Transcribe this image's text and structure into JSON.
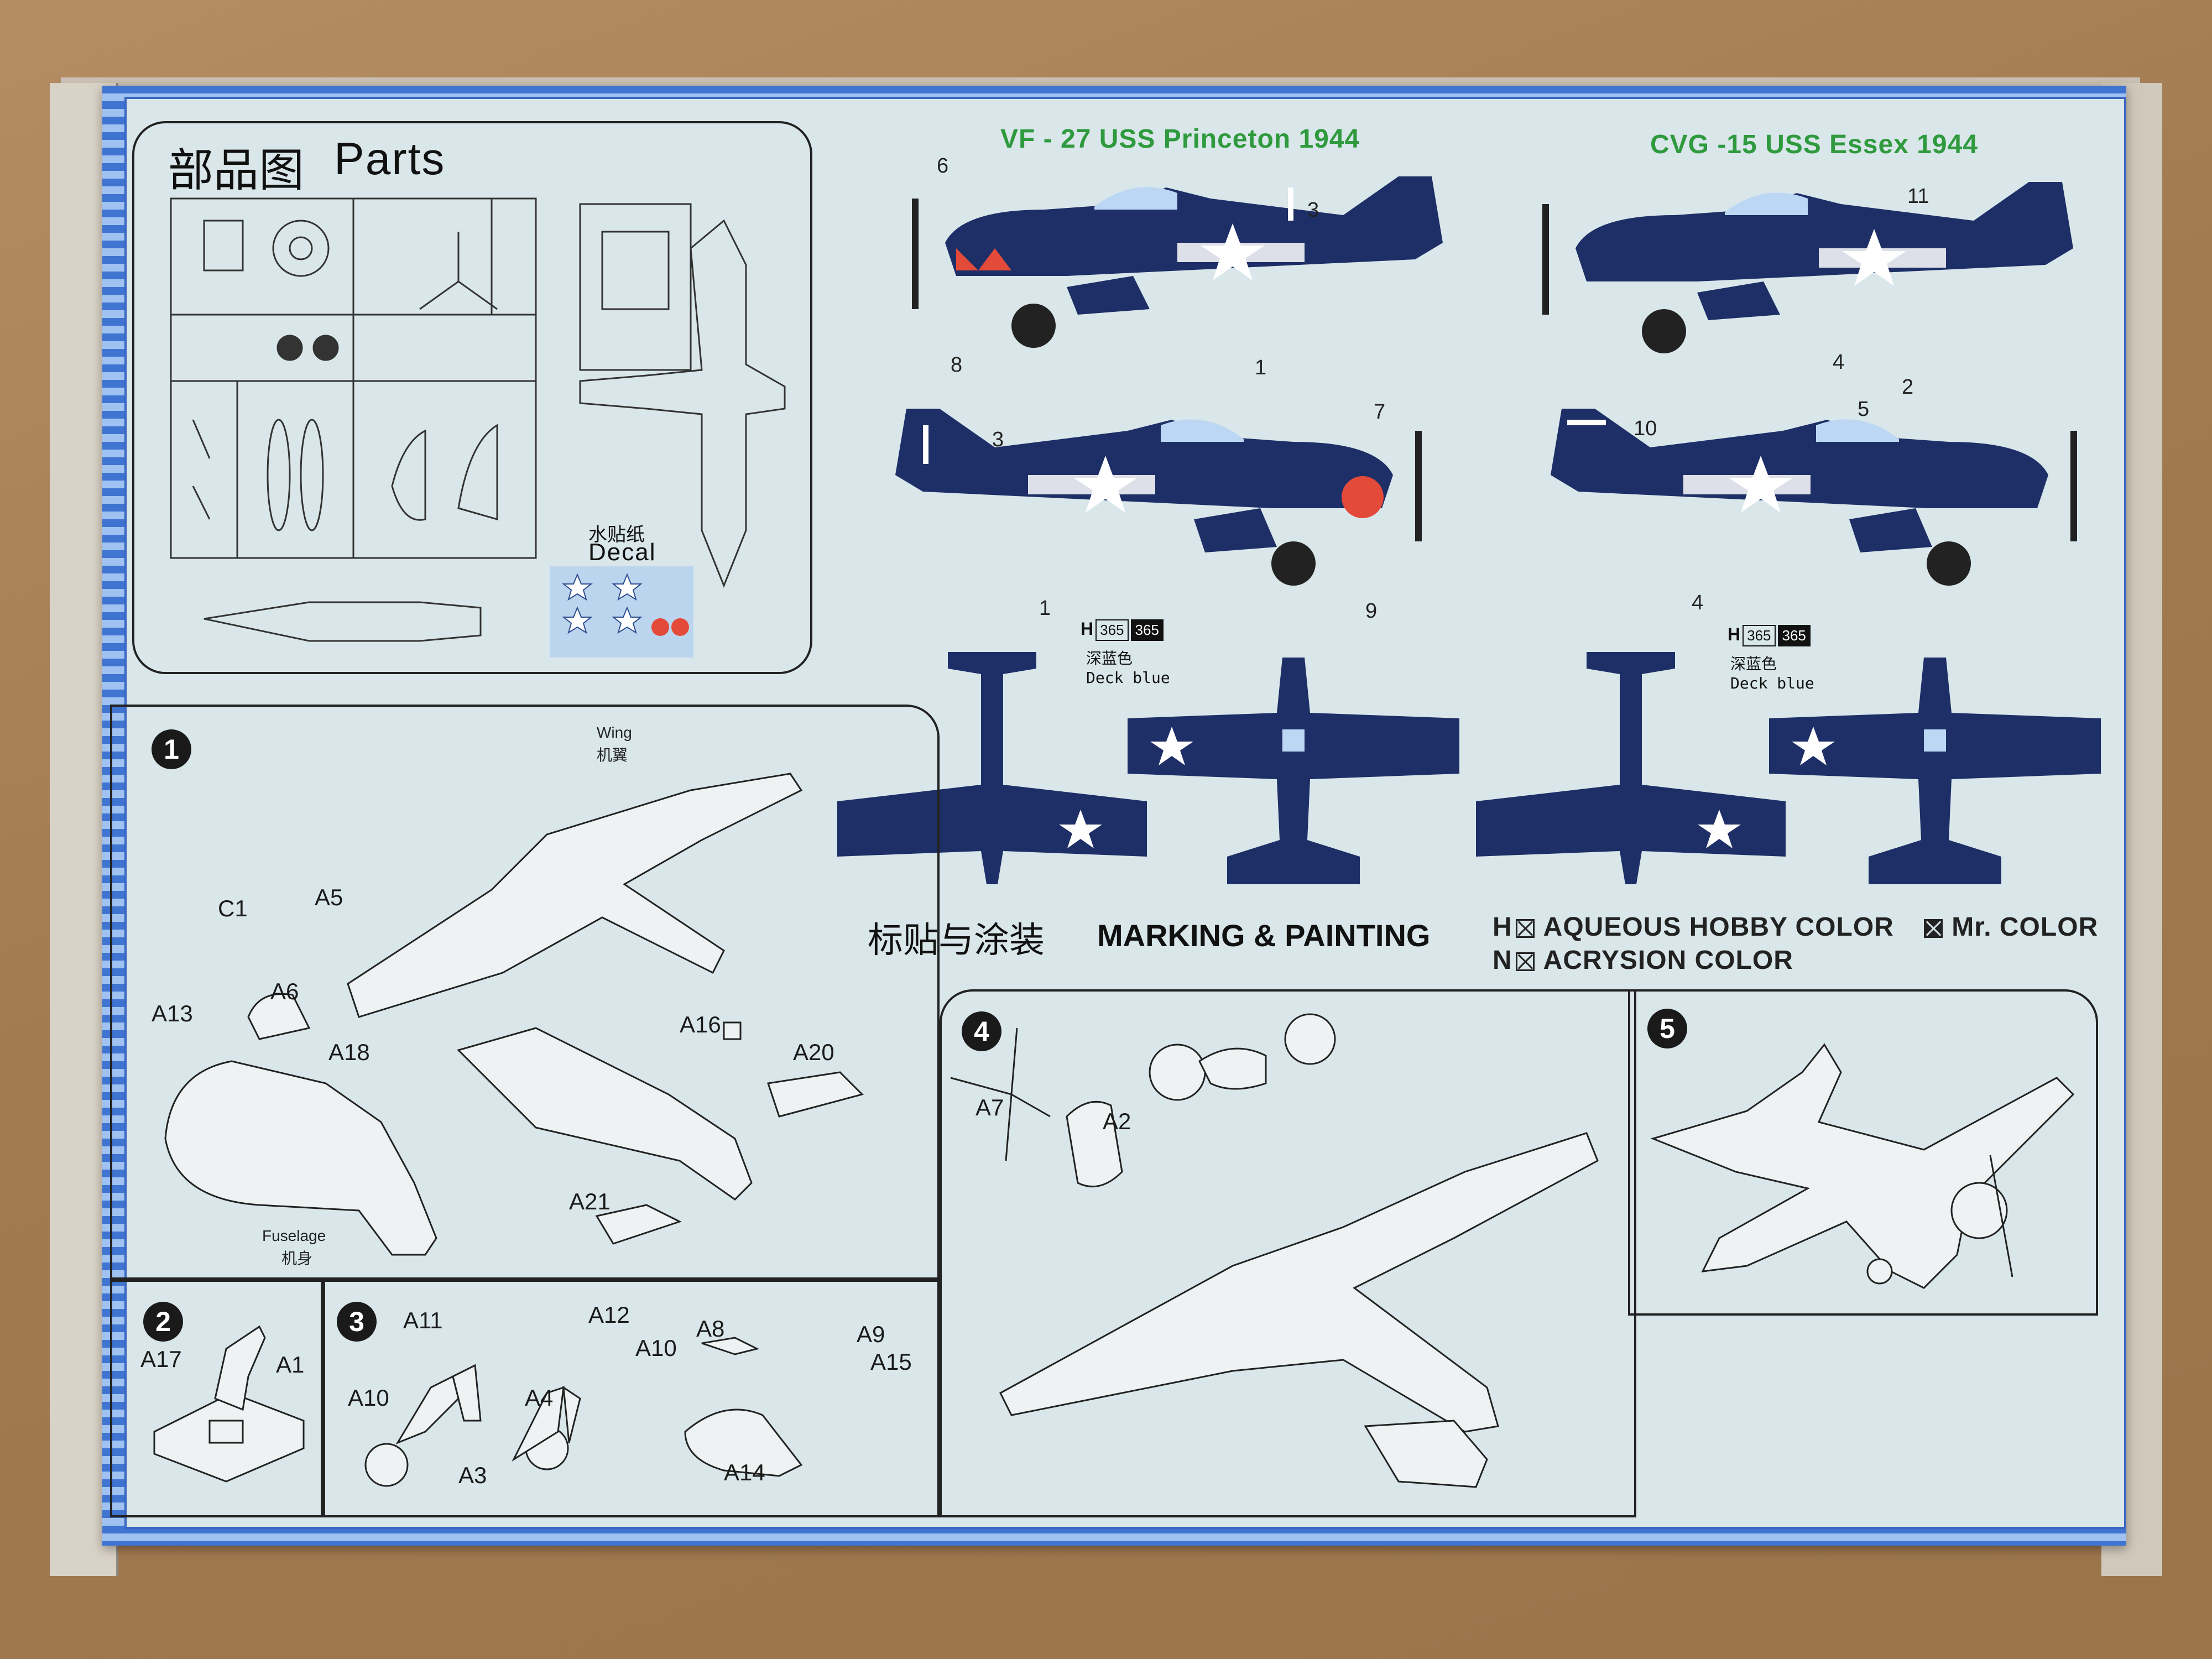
{
  "parts_section": {
    "title_cn": "部品图",
    "title_en": "Parts",
    "decal_cn": "水贴纸",
    "decal_en": "Decal"
  },
  "schemes": [
    {
      "title": "VF - 27 USS Princeton 1944",
      "callouts": [
        "6",
        "3",
        "8",
        "1",
        "3",
        "7",
        "1",
        "9"
      ],
      "paint": {
        "prefix": "H",
        "code_a": "365",
        "code_b": "365",
        "name_cn": "深蓝色",
        "name_en": "Deck blue"
      }
    },
    {
      "title": "CVG -15 USS Essex 1944",
      "callouts": [
        "11",
        "4",
        "10",
        "5",
        "2",
        "4"
      ],
      "paint": {
        "prefix": "H",
        "code_a": "365",
        "code_b": "365",
        "name_cn": "深蓝色",
        "name_en": "Deck blue"
      }
    }
  ],
  "marking_section": {
    "title_cn": "标贴与涂装",
    "title_en": "MARKING & PAINTING"
  },
  "legend": {
    "h_prefix": "H",
    "h_label": "AQUEOUS HOBBY COLOR",
    "mr_label": "Mr. COLOR",
    "n_prefix": "N",
    "n_label": "ACRYSION COLOR"
  },
  "steps": [
    {
      "number": "1",
      "wing_en": "Wing",
      "wing_cn": "机翼",
      "fuselage_en": "Fuselage",
      "fuselage_cn": "机身",
      "parts": [
        "A5",
        "C1",
        "A6",
        "A13",
        "A18",
        "A16",
        "A20",
        "A21"
      ]
    },
    {
      "number": "2",
      "parts": [
        "A17",
        "A1"
      ]
    },
    {
      "number": "3",
      "parts": [
        "A11",
        "A12",
        "A10",
        "A8",
        "A9",
        "A15",
        "A10",
        "A4",
        "A3",
        "A14"
      ]
    },
    {
      "number": "4",
      "parts": [
        "A7",
        "A2"
      ]
    },
    {
      "number": "5",
      "parts": []
    }
  ],
  "colors": {
    "aircraft_blue": "#1d2f66",
    "border_blue": "#3f74d1",
    "title_green": "#2f9a3d",
    "sheet_bg": "#d9e6ea"
  }
}
